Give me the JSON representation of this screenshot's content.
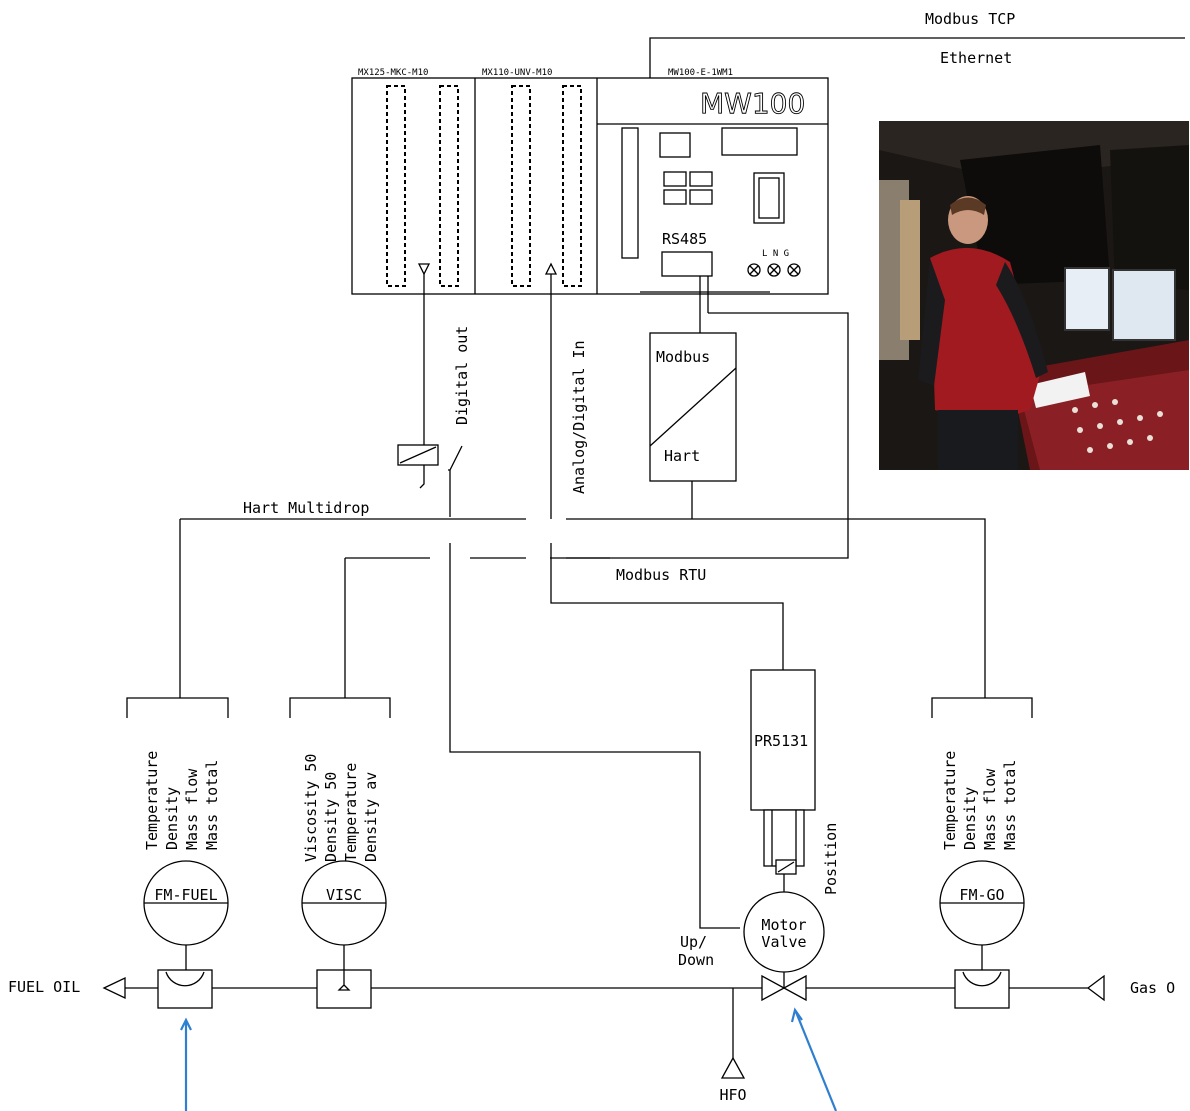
{
  "network": {
    "modbus_tcp": "Modbus TCP",
    "ethernet": "Ethernet",
    "hart_multidrop": "Hart Multidrop",
    "modbus_rtu": "Modbus RTU"
  },
  "controller": {
    "module1_label": "MX125-MKC-M10",
    "module2_label": "MX110-UNV-M10",
    "module3_label": "MW100-E-1WM1",
    "brand": "MW100",
    "rs485": "RS485",
    "lng": "L N G"
  },
  "signals": {
    "digital_out": "Digital out",
    "analog_digital_in": "Analog/Digital In"
  },
  "converter": {
    "top": "Modbus",
    "bottom": "Hart"
  },
  "instruments": [
    {
      "id": "fm_fuel",
      "tag": "FM-FUEL",
      "measures": [
        "Temperature",
        "Density",
        "Mass flow",
        "Mass total"
      ]
    },
    {
      "id": "visc",
      "tag": "VISC",
      "measures": [
        "Viscosity 50",
        "Density 50",
        "Temperature",
        "Density av"
      ]
    },
    {
      "id": "fm_go",
      "tag": "FM-GO",
      "measures": [
        "Temperature",
        "Density",
        "Mass flow",
        "Mass total"
      ]
    }
  ],
  "valve": {
    "line1": "Motor",
    "line2": "Valve",
    "actuator": "PR5131",
    "position": "Position",
    "up": "Up/",
    "down": "Down"
  },
  "pipe": {
    "fuel_oil": "FUEL OIL",
    "gas_oil": "Gas O",
    "hfo": "HFO"
  },
  "photo": {
    "description": "operator at control console"
  },
  "colors": {
    "arrow": "#2f7fd0",
    "line": "#000000"
  }
}
